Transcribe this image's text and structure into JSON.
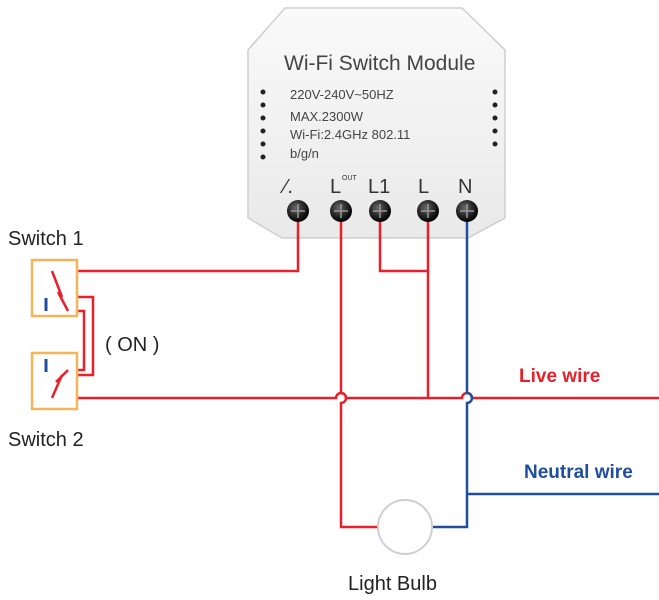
{
  "module": {
    "title": "Wi-Fi  Switch  Module",
    "spec_voltage": "220V-240V~50HZ",
    "spec_power": "MAX.2300W",
    "spec_wifi": "Wi-Fi:2.4GHz 802.11",
    "spec_band": "b/g/n",
    "terminals": {
      "switch_symbol": "⁄.",
      "l_main": "L",
      "l_sup": "OUT",
      "l1": "L1",
      "l": "L",
      "n": "N"
    }
  },
  "switch1": {
    "label": "Switch 1"
  },
  "switch2": {
    "label": "Switch 2"
  },
  "on_label": "( ON )",
  "live_wire_label": "Live wire",
  "neutral_wire_label": "Neutral wire",
  "bulb_label": "Light Bulb",
  "colors": {
    "live": "#e8202a",
    "neutral": "#1f4e9c",
    "switch_box": "#f2b55a",
    "module_body": "#f3f3f3",
    "text": "#222222"
  }
}
